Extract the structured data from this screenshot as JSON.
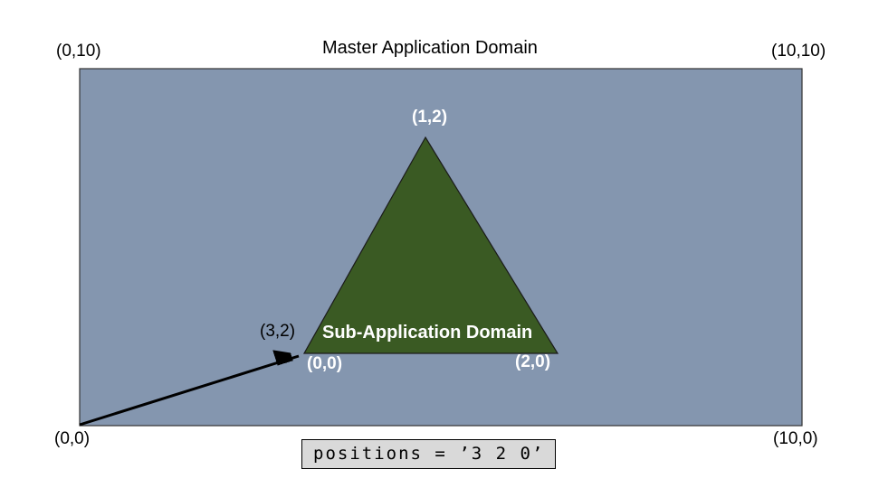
{
  "colors": {
    "master_fill": "#8496AF",
    "master_stroke": "#333333",
    "sub_fill": "#3A5A23",
    "sub_stroke": "#1A1A1A",
    "arrow": "#000000",
    "code_bg": "#D9D9D9",
    "code_border": "#000000"
  },
  "master_domain": {
    "title": "Master Application Domain",
    "corner_top_left": "(0,10)",
    "corner_top_right": "(10,10)",
    "corner_bottom_left": "(0,0)",
    "corner_bottom_right": "(10,0)"
  },
  "sub_domain": {
    "label": "Sub-Application Domain",
    "vertex_apex": "(1,2)",
    "vertex_origin": "(0,0)",
    "vertex_right": "(2,0)"
  },
  "arrow": {
    "offset_label": "(3,2)"
  },
  "code_box": {
    "text": "positions = ’3 2 0’"
  }
}
